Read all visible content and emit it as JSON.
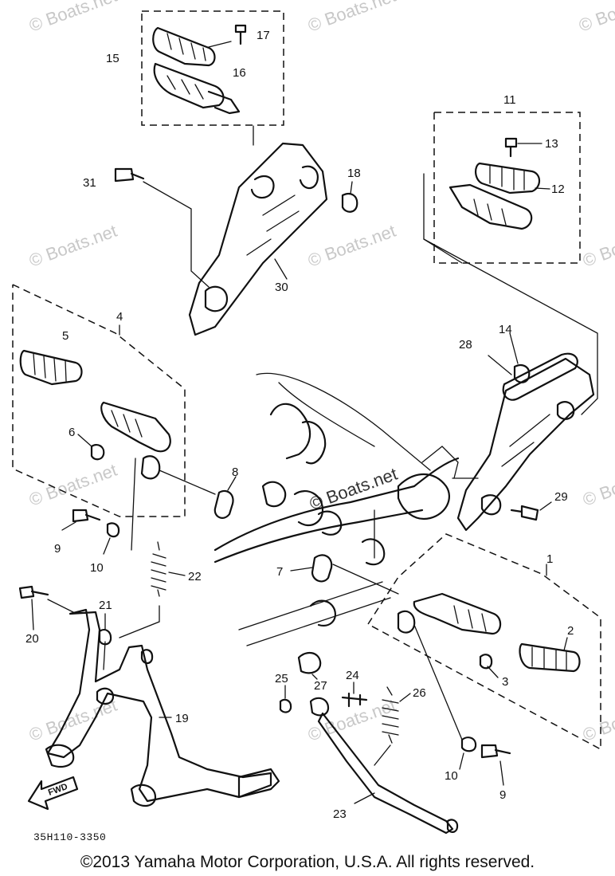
{
  "watermark": "© Boats.net",
  "center_watermark": "© Boats.net",
  "diagram_code": "35H110-3350",
  "copyright": "©2013 Yamaha Motor Corporation, U.S.A. All rights reserved.",
  "fwd_label": "FWD",
  "callouts": {
    "c1": "1",
    "c2": "2",
    "c3": "3",
    "c4": "4",
    "c5": "5",
    "c6": "6",
    "c7": "7",
    "c8": "8",
    "c9a": "9",
    "c9b": "9",
    "c10a": "10",
    "c10b": "10",
    "c11": "11",
    "c12": "12",
    "c13": "13",
    "c14": "14",
    "c15": "15",
    "c16": "16",
    "c17": "17",
    "c18": "18",
    "c19": "19",
    "c20": "20",
    "c21": "21",
    "c22": "22",
    "c23": "23",
    "c24": "24",
    "c25": "25",
    "c26": "26",
    "c27": "27",
    "c28": "28",
    "c29": "29",
    "c30": "30",
    "c31": "31"
  }
}
